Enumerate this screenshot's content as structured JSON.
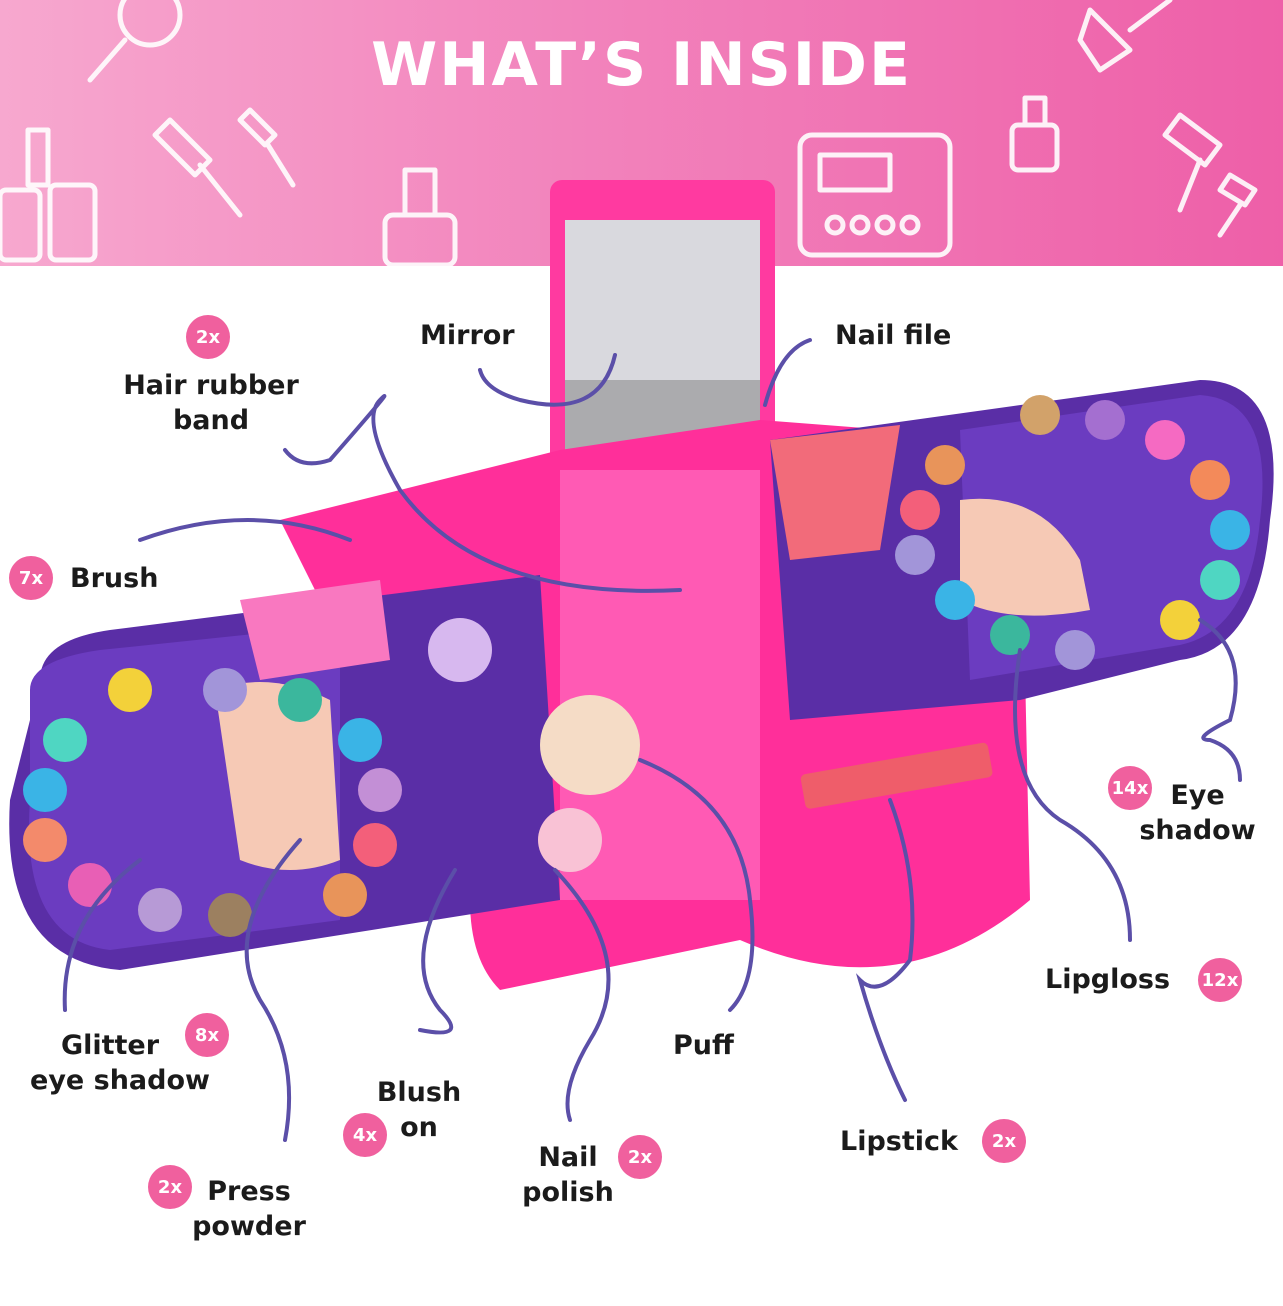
{
  "header": {
    "title": "WHAT’S INSIDE"
  },
  "colors": {
    "banner_pink": "#ee5fa8",
    "badge_pink": "#f0609e",
    "purple": "#5a2ea6",
    "magenta": "#ff2f9a",
    "arrow": "#5b4fa8"
  },
  "items": [
    {
      "label": "Mirror",
      "count": null
    },
    {
      "label": "Nail file",
      "count": null
    },
    {
      "label_line1": "Hair rubber",
      "label_line2": "band",
      "count": "2x"
    },
    {
      "label": "Brush",
      "count": "7x"
    },
    {
      "label_line1": "Eye",
      "label_line2": "shadow",
      "count": "14x"
    },
    {
      "label": "Lipgloss",
      "count": "12x"
    },
    {
      "label_line1": "Glitter",
      "label_line2": "eye shadow",
      "count": "8x"
    },
    {
      "label": "Puff",
      "count": null
    },
    {
      "label_line1": "Blush",
      "label_line2": "on",
      "count": "4x"
    },
    {
      "label_line1": "Nail",
      "label_line2": "polish",
      "count": "2x"
    },
    {
      "label": "Lipstick",
      "count": "2x"
    },
    {
      "label_line1": "Press",
      "label_line2": "powder",
      "count": "2x"
    }
  ]
}
